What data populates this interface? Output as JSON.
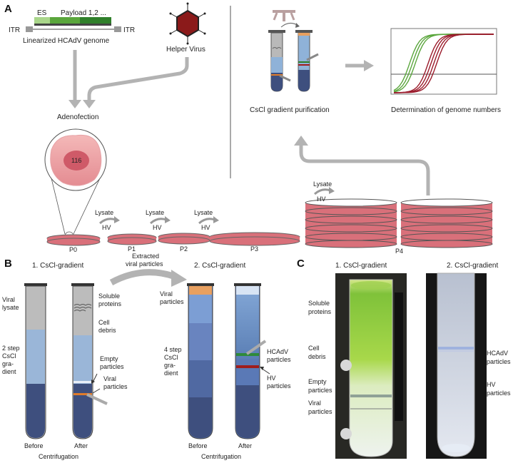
{
  "panels": {
    "a": "A",
    "b": "B",
    "c": "C"
  },
  "panel_a": {
    "genome": {
      "es": "ES",
      "payload": "Payload 1,2 ...",
      "itr_left": "ITR",
      "itr_right": "ITR",
      "caption": "Linearized HCAdV genome"
    },
    "helper_virus": "Helper Virus",
    "adenofection": "Adenofection",
    "cell_number": "116",
    "lysate_steps": [
      {
        "lysate": "Lysate",
        "hv": "HV"
      },
      {
        "lysate": "Lysate",
        "hv": "HV"
      },
      {
        "lysate": "Lysate",
        "hv": "HV"
      },
      {
        "lysate": "Lysate",
        "hv": "HV"
      }
    ],
    "passages": [
      "P0",
      "P1",
      "P2",
      "P3",
      "P4"
    ],
    "cscl_purification": "CsCl gradient purification",
    "genome_numbers": "Determination of genome numbers"
  },
  "panel_b": {
    "gradient1_title": "1. CsCl-gradient",
    "gradient2_title": "2. CsCl-gradient",
    "extracted": [
      "Extracted",
      "viral particles"
    ],
    "viral_lysate": [
      "Viral",
      "lysate"
    ],
    "two_step": [
      "2 step",
      "CsCl",
      "gra-",
      "dient"
    ],
    "soluble_proteins": [
      "Soluble",
      "proteins"
    ],
    "cell_debris": [
      "Cell",
      "debris"
    ],
    "empty_particles": [
      "Empty",
      "particles"
    ],
    "viral_particles_b1": [
      "Viral",
      "particles"
    ],
    "viral_particles_b2": [
      "Viral",
      "particles"
    ],
    "four_step": [
      "4 step",
      "CsCl",
      "gra-",
      "dient"
    ],
    "hcadv_particles": [
      "HCAdV",
      "particles"
    ],
    "hv_particles": [
      "HV",
      "particles"
    ],
    "before": "Before",
    "after": "After",
    "centrifugation": "Centrifugation",
    "before2": "Before",
    "after2": "After",
    "centrifugation2": "Centrifugation"
  },
  "panel_c": {
    "gradient1_title": "1. CsCl-gradient",
    "gradient2_title": "2. CsCl-gradient",
    "soluble_proteins": [
      "Soluble",
      "proteins"
    ],
    "cell_debris": [
      "Cell",
      "debris"
    ],
    "empty_particles": [
      "Empty",
      "particles"
    ],
    "viral_particles": [
      "Viral",
      "particles"
    ],
    "hcadv_particles": [
      "HCAdV",
      "particles"
    ],
    "hv_particles": [
      "HV",
      "particles"
    ]
  },
  "colors": {
    "dish": "#d9707a",
    "virus": "#8b1a1a",
    "green_payload": "#5aa63c",
    "gradient_dark": "#3e4f7e",
    "arrow": "#b3b3b3"
  }
}
